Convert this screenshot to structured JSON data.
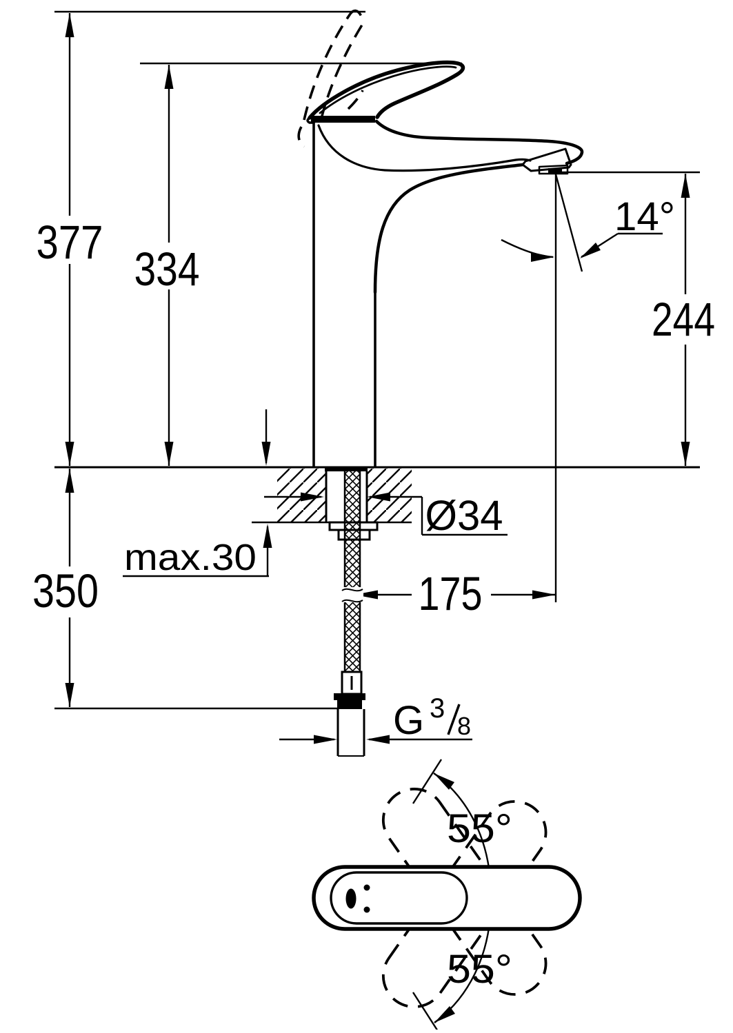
{
  "drawing": {
    "background": "#ffffff",
    "line_color": "#000000",
    "views": {
      "side": "side-elevation-with-dimensions",
      "top": "top-view-handle-swivel"
    },
    "labels": {
      "total_height": "377",
      "lever_height": "334",
      "spout_height": "244",
      "spout_angle": "14°",
      "below_deck_length": "350",
      "deck_max_thickness": "max.30",
      "hole_diameter": "Ø34",
      "spout_reach": "175",
      "thread_letter": "G",
      "thread_numerator": "3",
      "thread_denominator": "8",
      "swivel_angle_top": "55°",
      "swivel_angle_bottom": "55°"
    }
  }
}
